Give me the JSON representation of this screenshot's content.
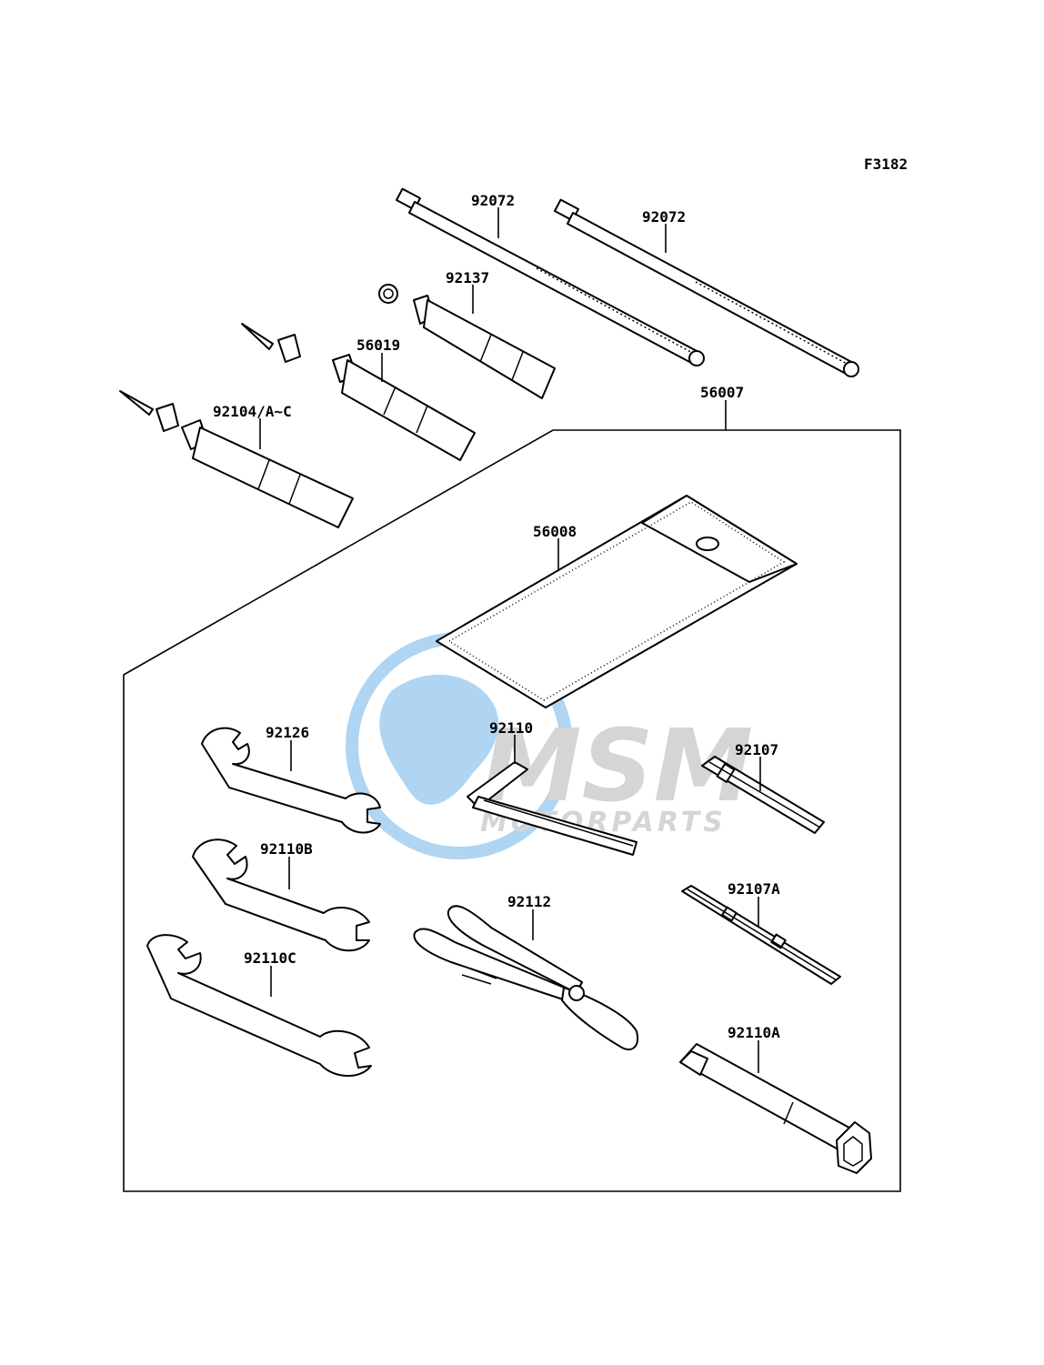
{
  "figure_code": "F3182",
  "watermark": {
    "brand": "MSM",
    "subtitle": "MOTORPARTS"
  },
  "parts": {
    "cable_tie_left": "92072",
    "cable_tie_right": "92072",
    "grease_92137": "92137",
    "grease_56019": "56019",
    "grease_92104": "92104/A~C",
    "tool_kit": "56007",
    "tool_case": "56008",
    "wrench_92126": "92126",
    "wrench_92110b": "92110B",
    "wrench_92110c": "92110C",
    "hex_wrench": "92110",
    "screwdriver": "92107",
    "screwdriver_a": "92107A",
    "pliers": "92112",
    "plug_wrench": "92110A"
  },
  "colors": {
    "line": "#000000",
    "watermark_blue": "#6fb4e8",
    "watermark_gray": "#b4b4b4"
  }
}
